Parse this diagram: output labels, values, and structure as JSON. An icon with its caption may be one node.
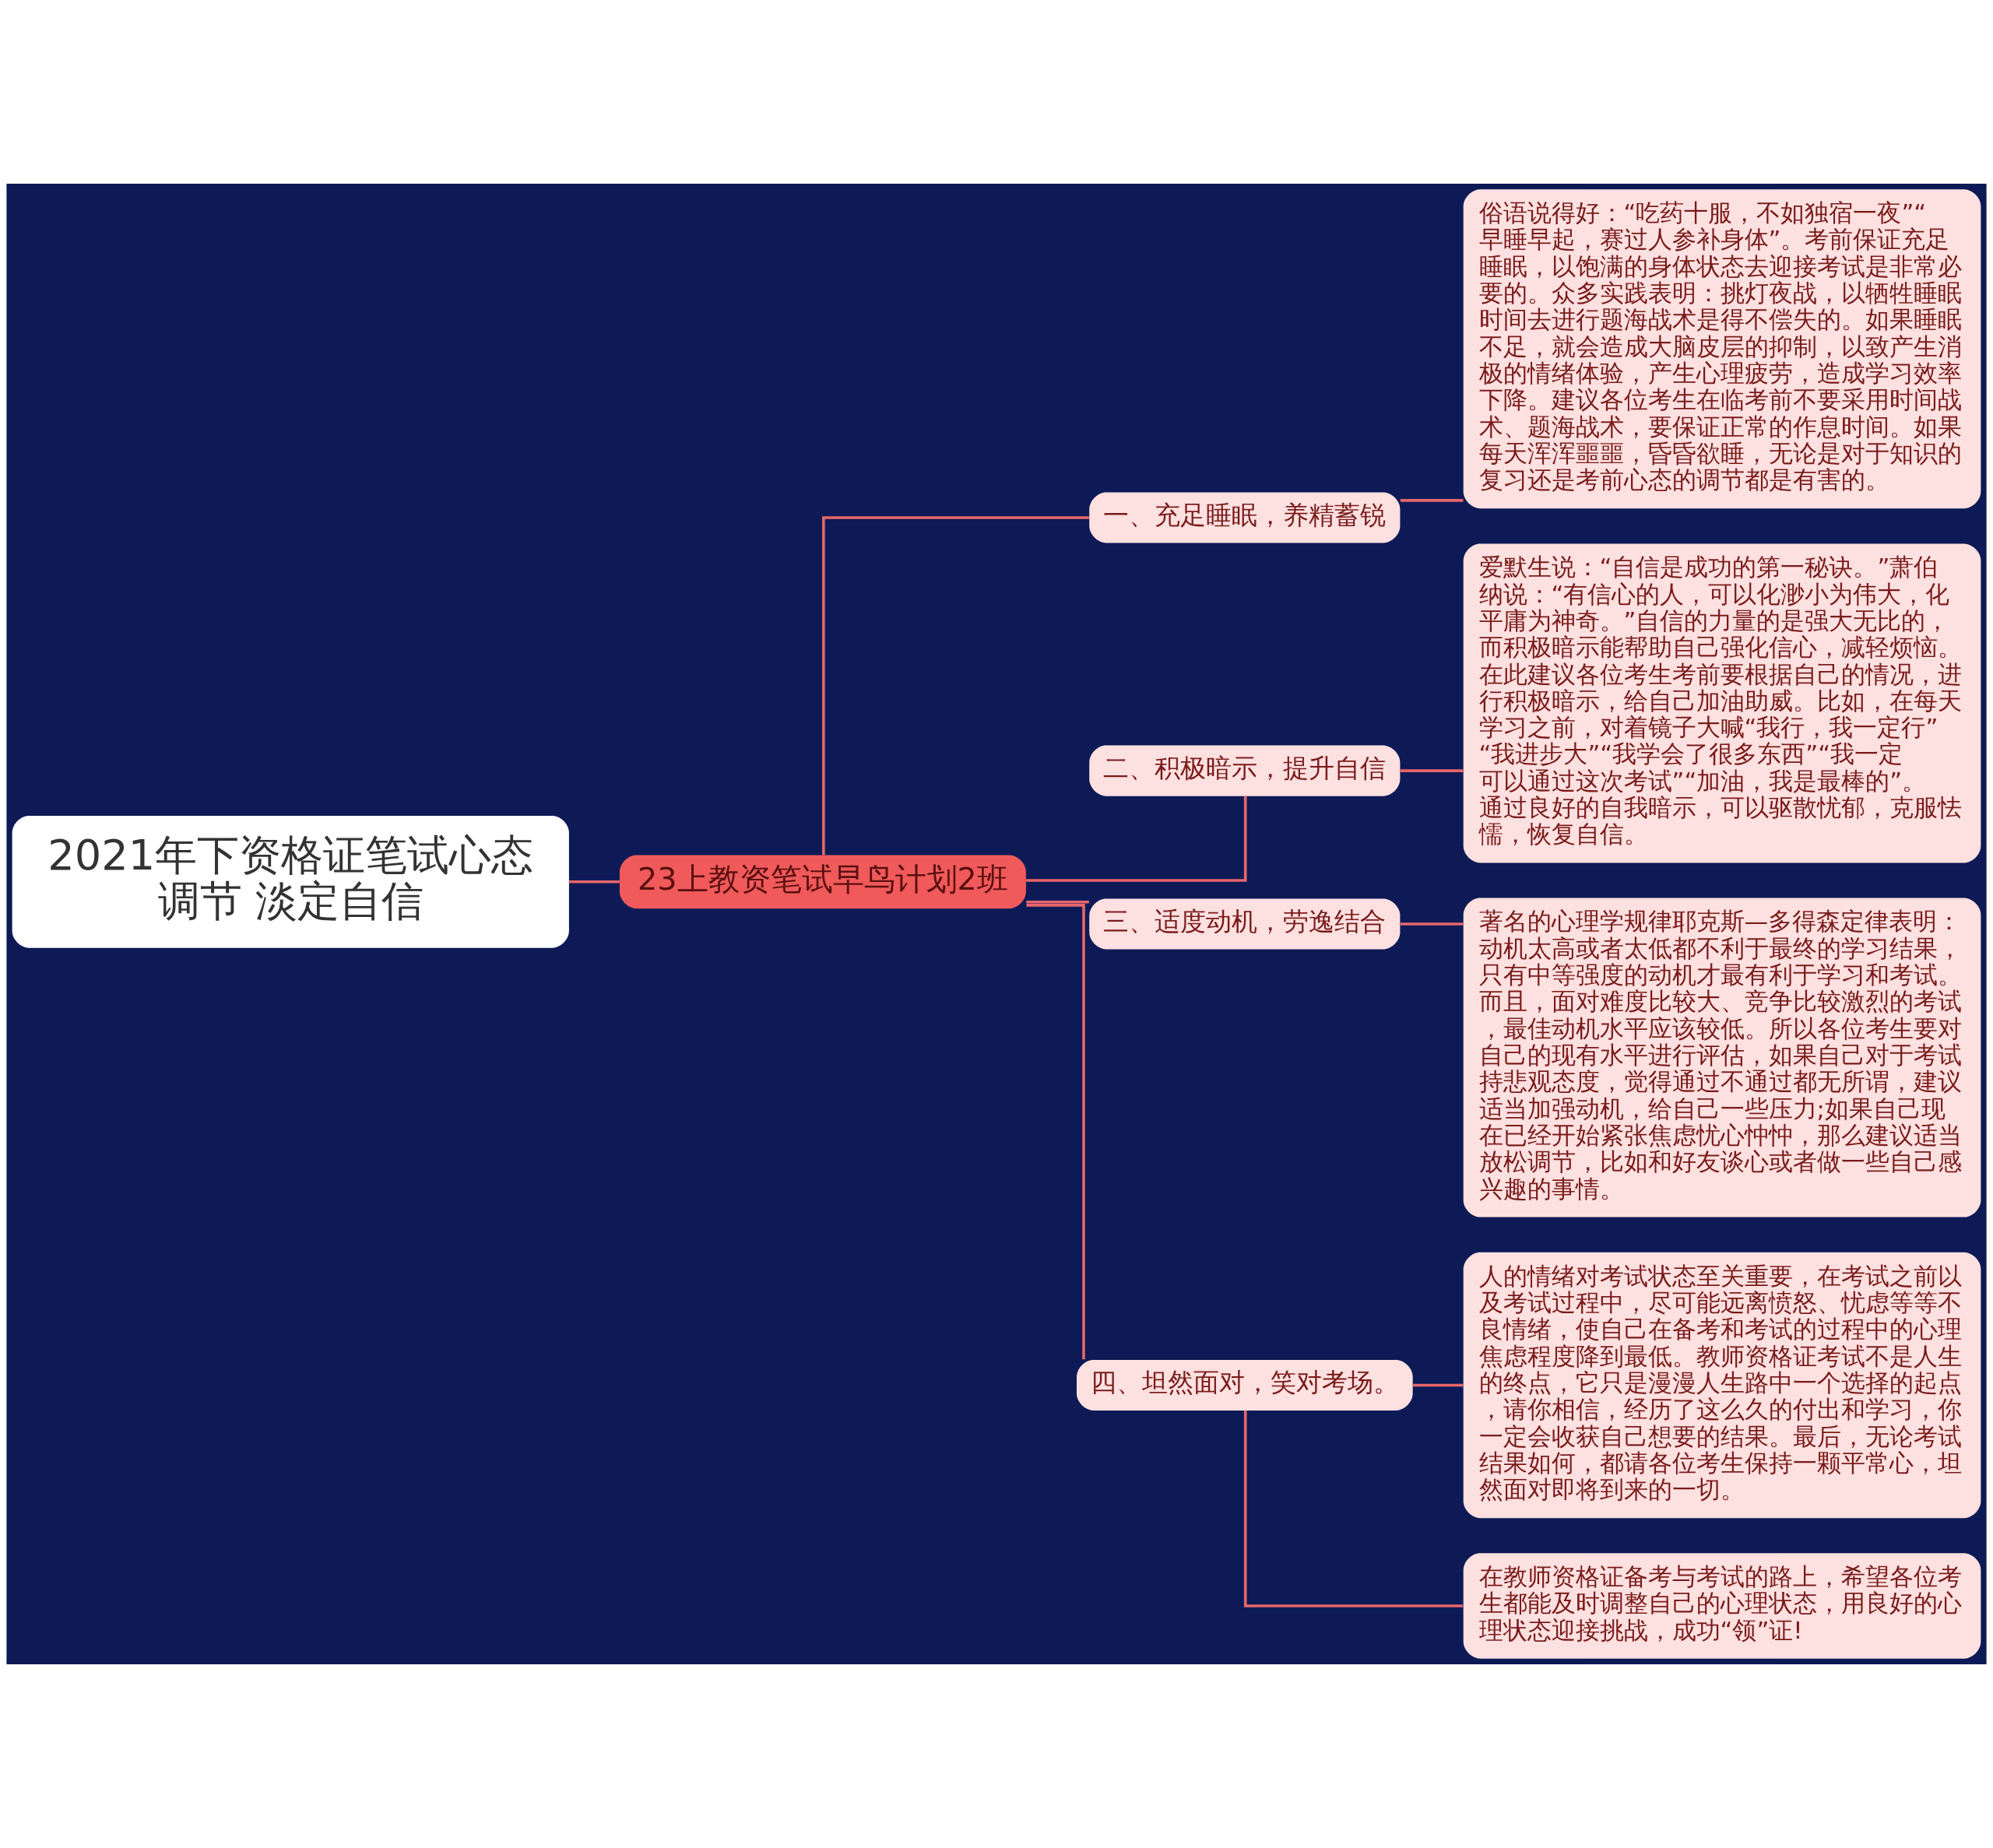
{
  "diagram": {
    "nodes": [
      {
        "text": [
          "2021年下资格证笔试心态调节 淡定自信"
        ]
      },
      {
        "text": [
          "23上教资笔试早鸟计划2班"
        ]
      },
      {
        "text": [
          "一、充足睡眠，养精蓄锐"
        ]
      },
      {
        "text": [
          "俗语说得好：“吃药十服，不如独宿一夜”“早睡早起，赛过人参补身体”。考前保证充足睡眠，以饱满的身体状态去迎接考试是非常必要的。众多实践表明：挑灯夜战，以牺牲睡眠时间去进行题海战术是得不偿失的。如果睡眠不足，就会造成大脑皮层的抑制，以致产生消极的情绪体验，产生心理疲劳，造成学习效率下降。建议各位考生在临考前不要采用时间战术、题海战术，要保证正常的作息时间。如果每天浑浑噩噩，昏昏欲睡，无论是对于知识的复习还是考前心态的调节都是有害的。"
        ]
      },
      {
        "text": [
          "二、积极暗示，提升自信"
        ]
      },
      {
        "text": [
          "爱默生说：“自信是成功的第一秘诀。”萧伯纳说：“有信心的人，可以化渺小为伟大，化平庸为神奇。”自信的力量的是强大无比的，而积极暗示能帮助自己强化信心，减轻烦恼。在此建议各位考生考前要根据自己的情况，进行积极暗示，给自己加油助威。比如，在每天学习之前，对着镜子大喊“我行，我一定行”“我进步大”“我学会了很多东西”“我一定可以通过这次考试”“加油，我是最棒的”。通过良好的自我暗示，可以驱散忧郁，克服怯懦，恢复自信。"
        ]
      },
      {
        "text": [
          "三、适度动机，劳逸结合"
        ]
      },
      {
        "text": [
          "著名的心理学规律耶克斯—多得森定律表明：动机太高或者太低都不利于最终的学习结果，只有中等强度的动机才最有利于学习和考试。而且，面对难度比较大、竞争比较激烈的考试，最佳动机水平应该较低。所以各位考生要对自己的现有水平进行评估，如果自己对于考试持悲观态度，觉得通过不通过都无所谓，建议适当加强动机，给自己一些压力;如果自己现在已经开始紧张焦虑忧心忡忡，那么建议适当放松调节，比如和好友谈心或者做一些自己感兴趣的事情。"
        ]
      },
      {
        "text": [
          "四、坦然面对，笑对考场。"
        ]
      },
      {
        "text": [
          "人的情绪对考试状态至关重要，在考试之前以及考试过程中，尽可能远离愤怒、忧虑等等不良情绪，使自己在备考和考试的过程中的心理焦虑程度降到最低。教师资格证考试不是人生的终点，它只是漫漫人生路中一个选择的起点，请你相信，经历了这么久的付出和学习，你一定会收获自己想要的结果。最后，无论考试结果如何，都请各位考生保持一颗平常心，坦然面对即将到来的一切。"
        ]
      },
      {
        "text": [
          "在教师资格证备考与考试的路上，希望各位考生都能及时调整自己的心理状态，用良好的心理状态迎接挑战，成功“领”证!"
        ]
      }
    ],
    "edges": [
      {
        "from": 0,
        "to": 1,
        "arrow": "none"
      },
      {
        "from": 1,
        "to": 2,
        "arrow": "none"
      },
      {
        "from": 1,
        "to": 4,
        "arrow": "none"
      },
      {
        "from": 1,
        "to": 6,
        "arrow": "none"
      },
      {
        "from": 1,
        "to": 8,
        "arrow": "none"
      },
      {
        "from": 2,
        "to": 3,
        "arrow": "none"
      },
      {
        "from": 4,
        "to": 5,
        "arrow": "none"
      },
      {
        "from": 6,
        "to": 7,
        "arrow": "none"
      },
      {
        "from": 8,
        "to": 9,
        "arrow": "none"
      },
      {
        "from": 8,
        "to": 10,
        "arrow": "none"
      }
    ]
  }
}
